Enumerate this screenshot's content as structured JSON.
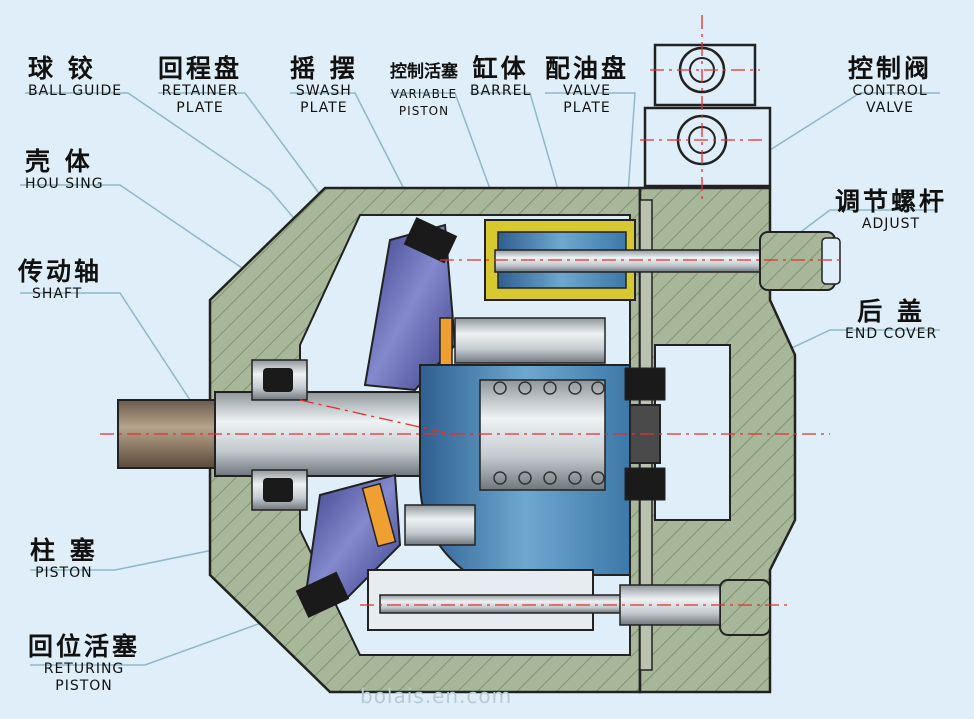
{
  "labels": {
    "ball_guide": {
      "cn": "球 铰",
      "en": "BALL GUIDE"
    },
    "retainer_plate": {
      "cn": "回程盘",
      "en1": "RETAINER",
      "en2": "PLATE"
    },
    "swash_plate": {
      "cn": "摇 摆",
      "en1": "SWASH",
      "en2": "PLATE"
    },
    "variable_piston": {
      "cn": "控制活塞",
      "en1": "VARIABLE",
      "en2": "PISTON"
    },
    "barrel": {
      "cn": "缸体",
      "en": "BARREL"
    },
    "valve_plate": {
      "cn": "配油盘",
      "en1": "VALVE",
      "en2": "PLATE"
    },
    "control_valve": {
      "cn": "控制阀",
      "en1": "CONTROL",
      "en2": "VALVE"
    },
    "housing": {
      "cn": "壳 体",
      "en": "HOU SING"
    },
    "shaft": {
      "cn": "传动轴",
      "en": "SHAFT"
    },
    "adjust": {
      "cn": "调节螺杆",
      "en": "ADJUST"
    },
    "end_cover": {
      "cn": "后 盖",
      "en": "END COVER"
    },
    "piston": {
      "cn": "柱 塞",
      "en": "PISTON"
    },
    "returning_piston": {
      "cn": "回位活塞",
      "en1": "RETURING",
      "en2": "PISTON"
    }
  },
  "watermark": "bolais.en.com",
  "colors": {
    "background": "#dfeef8",
    "housing": "#a8b69a",
    "hatch": "#7f9470",
    "swash": "#5a5fa8",
    "barrel": "#4d8fb8",
    "steel": "#c9d0d4",
    "orange": "#f0a030",
    "yellow": "#d8c830",
    "leader": "#8fb8c8",
    "centerline": "#e03030"
  }
}
